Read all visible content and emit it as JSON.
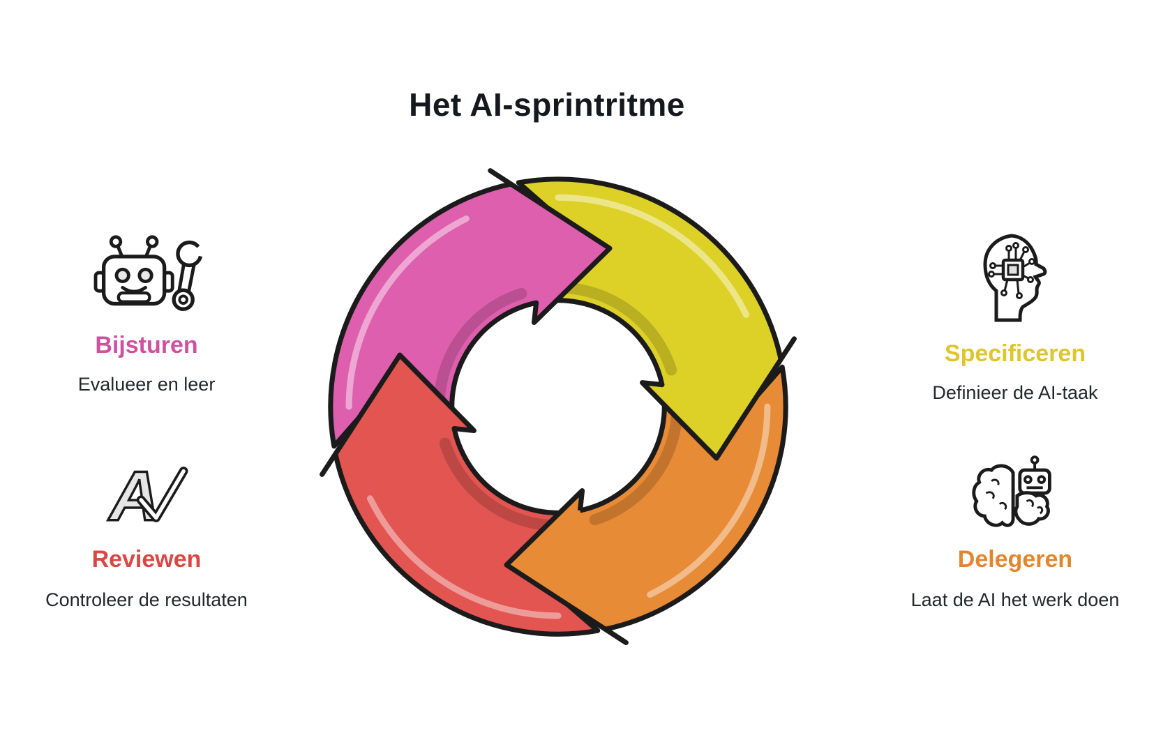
{
  "title": "Het AI-sprintritme",
  "colors": {
    "ink": "#1b1b1b",
    "text": "#24272c",
    "title": "#15181d"
  },
  "steps": [
    {
      "label": "Bijsturen",
      "description": "Evalueer en leer",
      "color": "#cf529e",
      "icon": "robot-wrench-icon"
    },
    {
      "label": "Reviewen",
      "description": "Controleer de resultaten",
      "color": "#da4742",
      "icon": "a-checkmark-icon"
    },
    {
      "label": "Specificeren",
      "description": "Definieer de AI-taak",
      "color": "#dfc52e",
      "icon": "head-circuit-icon"
    },
    {
      "label": "Delegeren",
      "description": "Laat de AI het werk doen",
      "color": "#e1862e",
      "icon": "brain-robot-icon"
    }
  ],
  "cycle": {
    "direction": "clockwise",
    "segments": [
      {
        "name": "bijsturen-arrow",
        "color": "#de5fae"
      },
      {
        "name": "specificeren-arrow",
        "color": "#ddd128"
      },
      {
        "name": "delegeren-arrow",
        "color": "#e78b36"
      },
      {
        "name": "reviewen-arrow",
        "color": "#e25550"
      }
    ]
  }
}
